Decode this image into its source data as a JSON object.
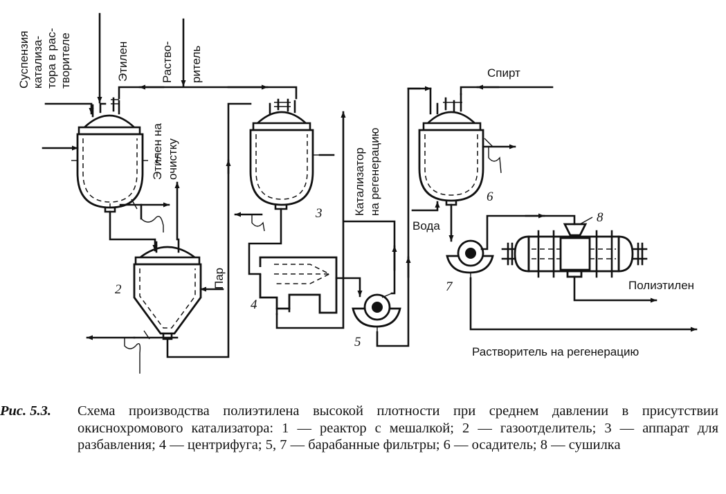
{
  "diagram": {
    "labels": {
      "suspension": [
        "Суспензия",
        "катализа-",
        "тора в рас-",
        "творителе"
      ],
      "ethylene": "Этилен",
      "solvent": [
        "Раство-",
        "ритель"
      ],
      "ethylene_cleaning": [
        "Этилен на",
        "очистку"
      ],
      "steam": "Пар",
      "catalyst_regen": [
        "Катализатор",
        "на регенерацию"
      ],
      "alcohol": "Спирт",
      "water": "Вода",
      "polyethylene": "Полиэтилен",
      "solvent_regen": "Растворитель на регенерацию"
    },
    "numbers": [
      "1",
      "2",
      "3",
      "4",
      "5",
      "6",
      "7",
      "8"
    ]
  },
  "caption": {
    "lead": "Рис. 5.3.",
    "text": "Схема производства полиэтилена высокой плотности при среднем давлении в присутствии окиснохромового катализатора: 1 — реактор с мешалкой; 2 — газоотделитель; 3 — аппарат для разбавления; 4 — центрифуга; 5, 7 — барабанные фильтры; 6 — осадитель; 8 — сушилка"
  }
}
